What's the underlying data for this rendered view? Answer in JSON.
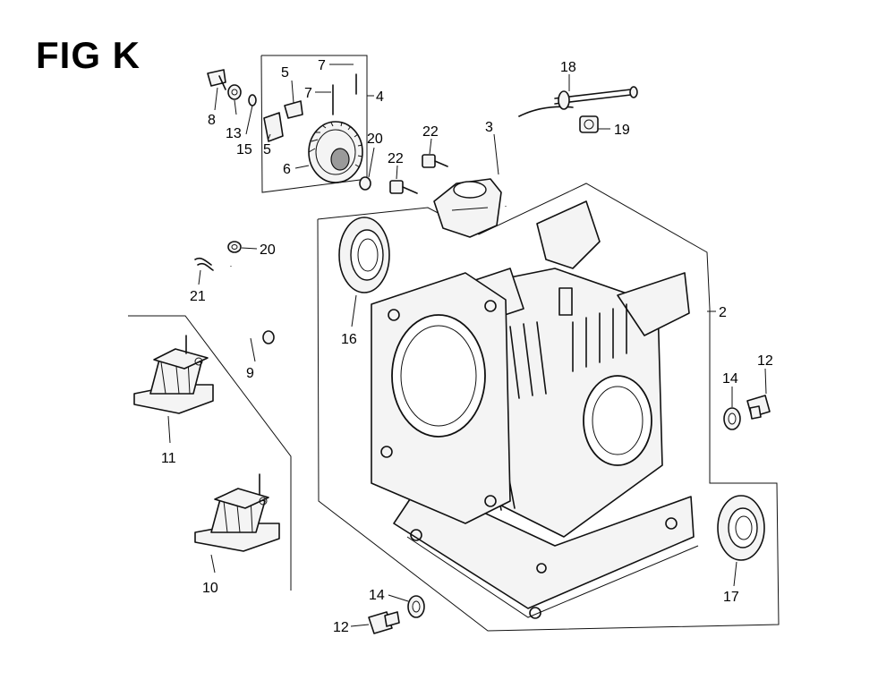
{
  "figure": {
    "title": "FIG K"
  },
  "callouts": {
    "c2": "2",
    "c3": "3",
    "c4": "4",
    "c5a": "5",
    "c5b": "5",
    "c6": "6",
    "c7a": "7",
    "c7b": "7",
    "c8": "8",
    "c9": "9",
    "c10": "10",
    "c11": "11",
    "c12a": "12",
    "c12b": "12",
    "c13": "13",
    "c14a": "14",
    "c14b": "14",
    "c15": "15",
    "c16": "16",
    "c17": "17",
    "c18": "18",
    "c19": "19",
    "c20a": "20",
    "c20b": "20",
    "c21": "21",
    "c22a": "22",
    "c22b": "22"
  }
}
